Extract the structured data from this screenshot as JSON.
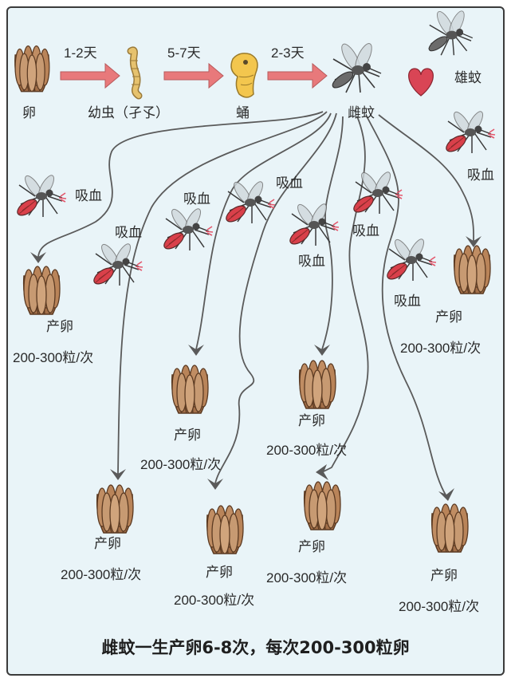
{
  "stages": {
    "egg": "卵",
    "larva": "幼虫（孑孓）",
    "pupa": "蛹",
    "female": "雌蚊",
    "male": "雄蚊"
  },
  "durations": {
    "egg_to_larva": "1-2天",
    "larva_to_pupa": "5-7天",
    "pupa_to_adult": "2-3天"
  },
  "blood_meal": "吸血",
  "lay_eggs": "产卵",
  "eggs_per_batch": "200-300粒/次",
  "title": "雌蚊一生产卵6-8次，每次200-300粒卵",
  "colors": {
    "arrow": "#e8797b",
    "egg": "#b07d55",
    "larva": "#e6c26e",
    "pupa": "#f3c64e",
    "heart": "#d94555",
    "blood": "#d9404a",
    "line": "#5a5a5a"
  }
}
